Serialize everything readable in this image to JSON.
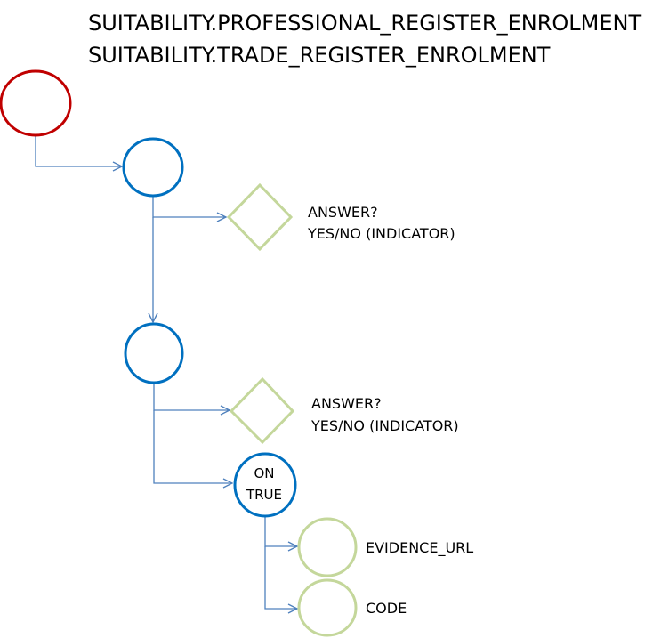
{
  "titles": [
    "SUITABILITY.PROFESSIONAL_REGISTER_ENROLMENT",
    "SUITABILITY.TRADE_REGISTER_ENROLMENT"
  ],
  "labels": {
    "answer_1": {
      "line1": "ANSWER?",
      "line2": "YES/NO (INDICATOR)"
    },
    "answer_2": {
      "line1": "ANSWER?",
      "line2": "YES/NO (INDICATOR)"
    },
    "on_true": {
      "line1": "ON",
      "line2": "TRUE"
    },
    "evidence_url": "EVIDENCE_URL",
    "code": "CODE"
  },
  "colors": {
    "root_node": "#C00000",
    "blue_node": "#0070C0",
    "green_node": "#C4D79B",
    "edge": "#4F81BD"
  }
}
